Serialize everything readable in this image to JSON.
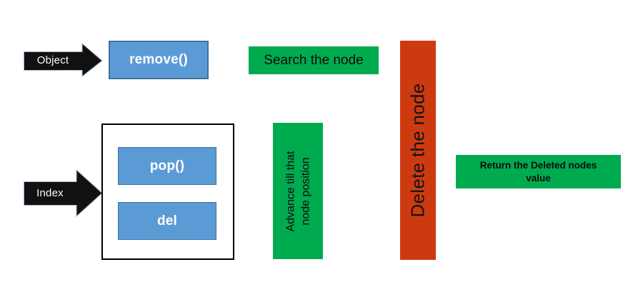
{
  "colors": {
    "blue_fill": "#5B9BD5",
    "blue_border": "#41719C",
    "green_fill": "#00AB4F",
    "red_fill": "#CE3A10",
    "arrow_fill": "#111111",
    "arrow_outline": "#9FB8D8",
    "text_on_dark": "#FFFFFF",
    "text_on_light": "#0B0B0B"
  },
  "object_flow": {
    "arrow_label": "Object",
    "method_label": "remove()"
  },
  "index_flow": {
    "arrow_label": "Index",
    "pop_label": "pop()",
    "del_label": "del"
  },
  "steps": {
    "search_label": "Search the node",
    "advance_line1": "Advance till that",
    "advance_line2": "node position",
    "delete_label": "Delete the node",
    "return_line1": "Return the Deleted nodes",
    "return_line2": "value"
  }
}
